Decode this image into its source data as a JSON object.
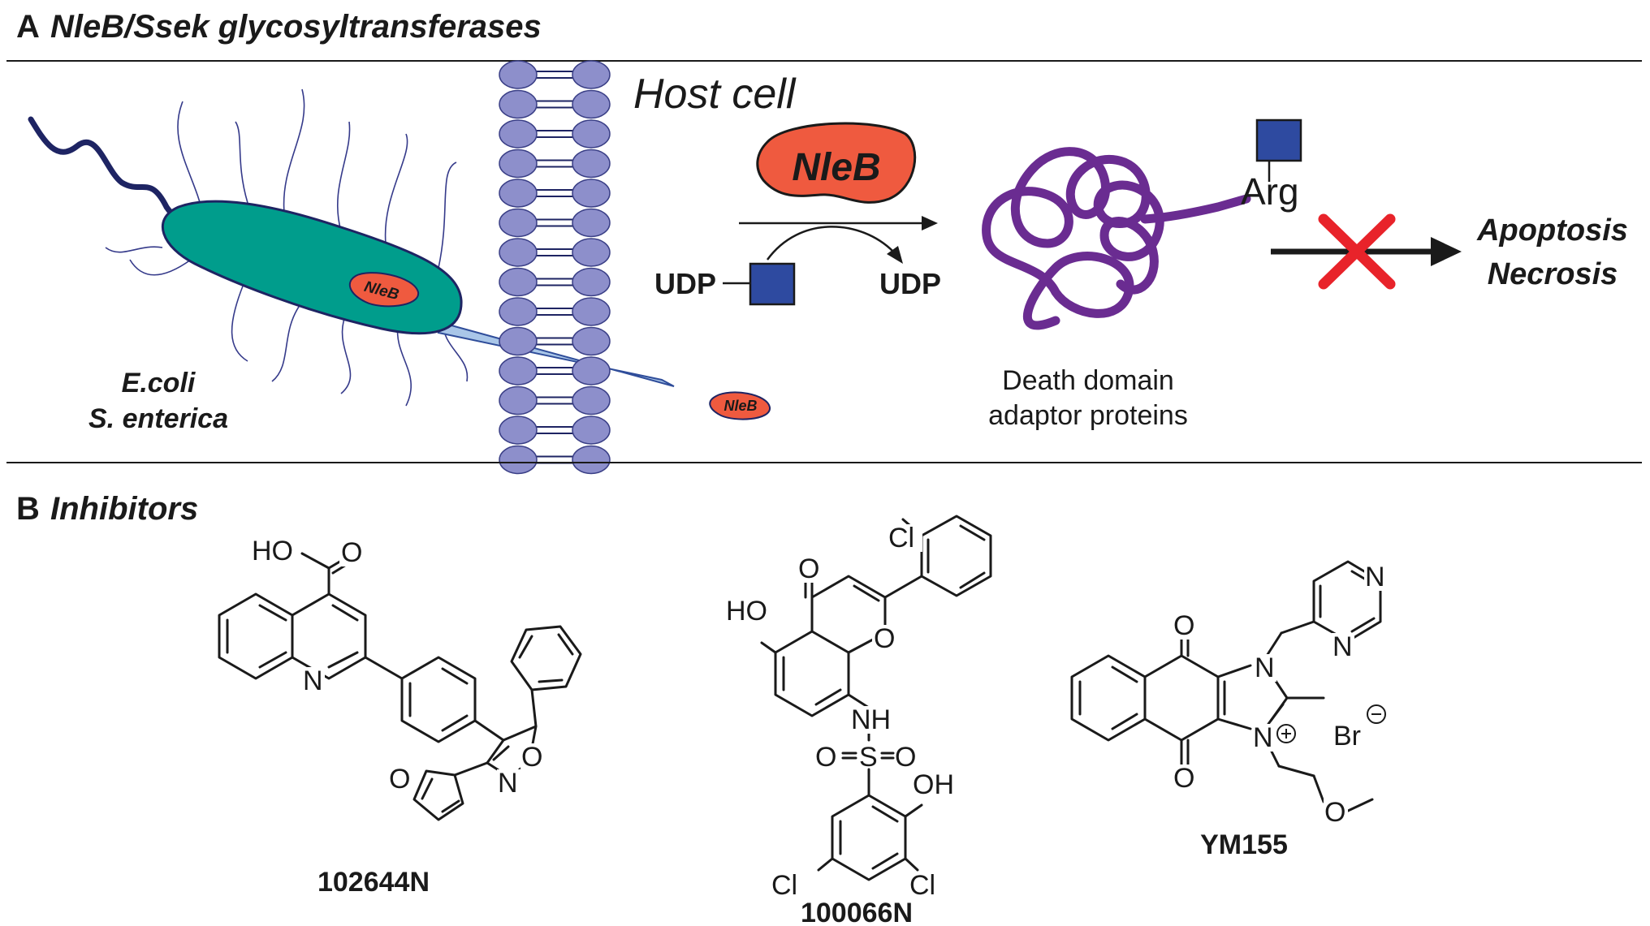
{
  "panel_a": {
    "letter": "A",
    "title": "NleB/Ssek glycosyltransferases",
    "host_cell_label": "Host cell",
    "enzyme_label": "NleB",
    "bacterium_enzyme_label": "NleB",
    "secreted_enzyme_label": "NleB",
    "bacteria_names": [
      "E.coli",
      "S. enterica"
    ],
    "substrate_label": "UDP",
    "product_label": "UDP",
    "residue_label": "Arg",
    "protein_caption": [
      "Death domain",
      "adaptor proteins"
    ],
    "outcomes": [
      "Apoptosis",
      "Necrosis"
    ]
  },
  "panel_b": {
    "letter": "B",
    "title": "Inhibitors",
    "compounds": [
      {
        "name": "102644N",
        "atom_labels": [
          "HO",
          "O",
          "N",
          "O",
          "N",
          "O"
        ]
      },
      {
        "name": "100066N",
        "atom_labels": [
          "Cl",
          "O",
          "HO",
          "O",
          "NH",
          "O",
          "S",
          "O",
          "OH",
          "Cl",
          "Cl"
        ]
      },
      {
        "name": "YM155",
        "atom_labels": [
          "N",
          "N",
          "O",
          "N",
          "Br",
          "N",
          "O",
          "O"
        ]
      }
    ]
  },
  "colors": {
    "bacterium": "#009d8c",
    "enzyme": "#ef5a3f",
    "membrane": "#8d8fcb",
    "flagellum": "#1e2463",
    "protein": "#6a2c91",
    "sugar": "#2e4aa0",
    "inhibition_x": "#e8232a"
  }
}
